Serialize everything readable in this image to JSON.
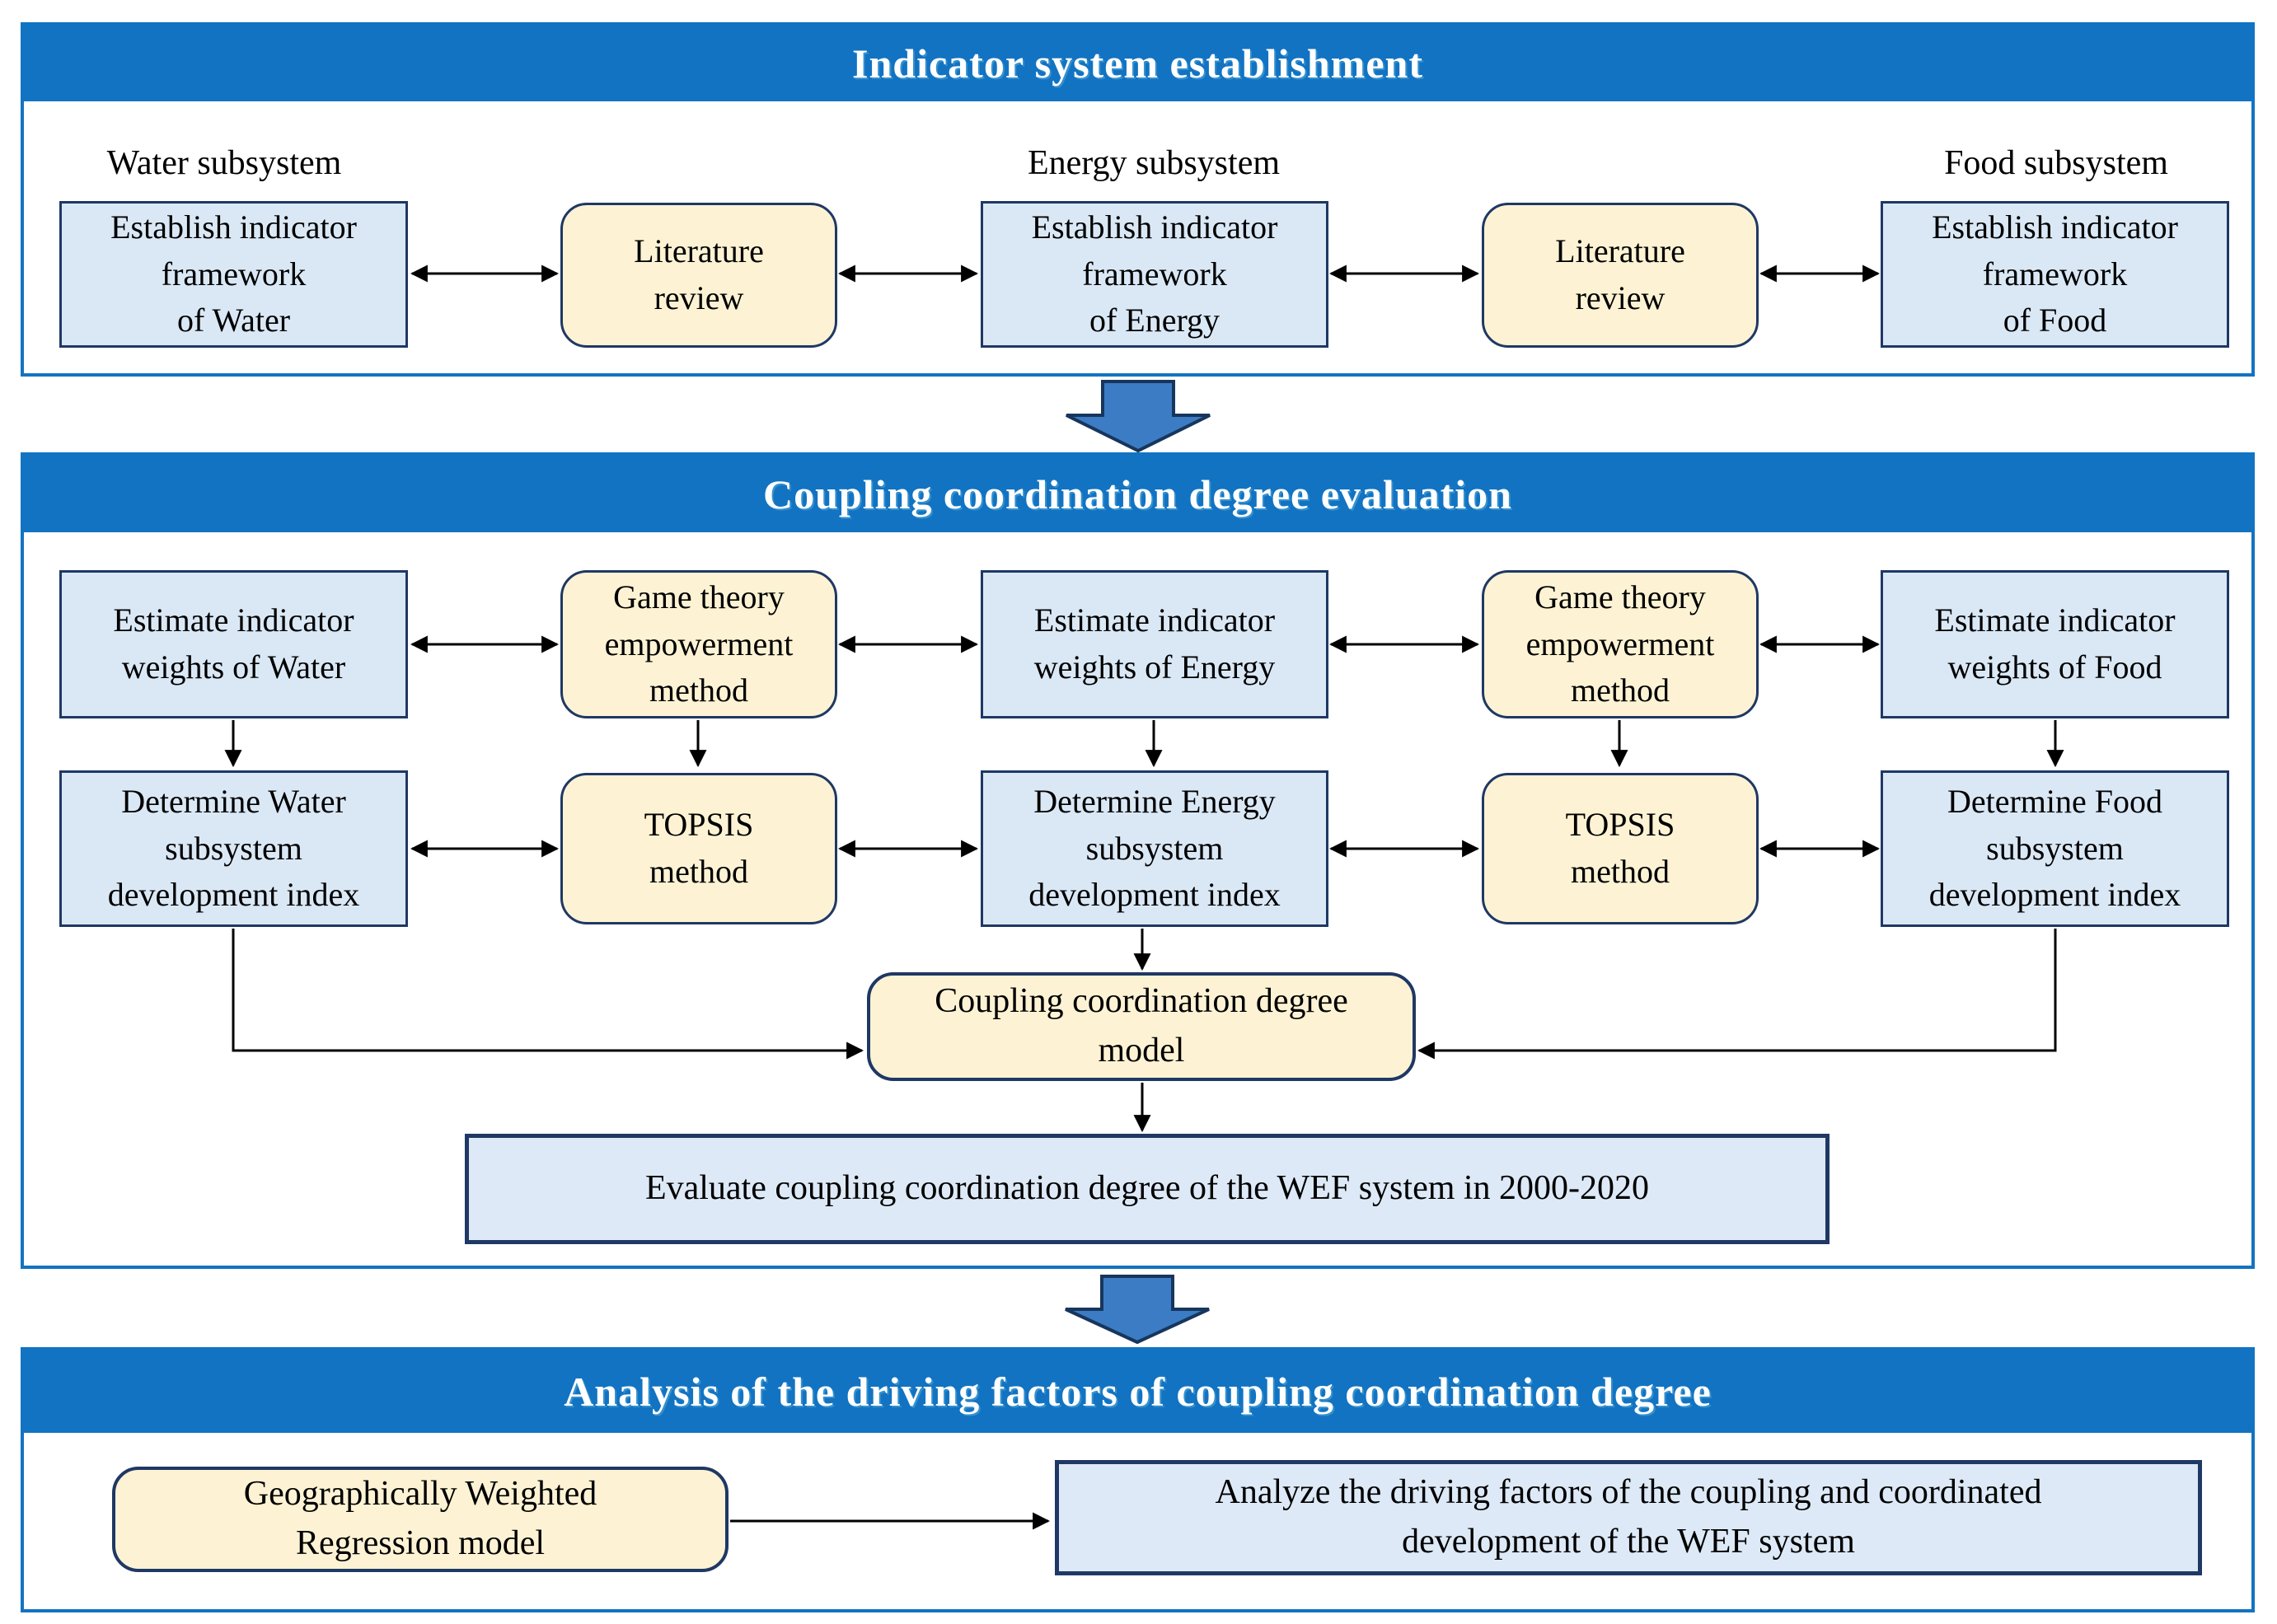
{
  "colors": {
    "section_blue": "#1273C2",
    "box_blue_fill": "#DAE8F6",
    "box_cream_fill": "#FDF3D4",
    "box_border_navy": "#1F3864",
    "fat_arrow_fill": "#3C7CC4",
    "fat_arrow_border": "#17365D",
    "connector_black": "#000000",
    "title_text": "#FFFFFF"
  },
  "s1": {
    "title": "Indicator system establishment",
    "label_water": "Water subsystem",
    "label_energy": "Energy subsystem",
    "label_food": "Food subsystem",
    "establish_water": "Establish indicator\nframework\nof Water",
    "literature_review_1": "Literature\nreview",
    "establish_energy": "Establish indicator\nframework\nof Energy",
    "literature_review_2": "Literature\nreview",
    "establish_food": "Establish indicator\nframework\nof Food"
  },
  "s2": {
    "title": "Coupling coordination degree evaluation",
    "estimate_water": "Estimate indicator\nweights of Water",
    "game_theory_1": "Game theory\nempowerment\nmethod",
    "estimate_energy": "Estimate indicator\nweights of Energy",
    "game_theory_2": "Game theory\nempowerment\nmethod",
    "estimate_food": "Estimate indicator\nweights of Food",
    "determine_water": "Determine Water\nsubsystem\ndevelopment index",
    "topsis_1": "TOPSIS\nmethod",
    "determine_energy": "Determine Energy\nsubsystem\ndevelopment index",
    "topsis_2": "TOPSIS\nmethod",
    "determine_food": "Determine Food\nsubsystem\ndevelopment index",
    "ccd_model": "Coupling coordination degree\nmodel",
    "evaluate": "Evaluate coupling coordination degree of the WEF system in 2000-2020"
  },
  "s3": {
    "title": "Analysis of the driving factors of coupling coordination degree",
    "gwr": "Geographically Weighted\nRegression model",
    "analyze": "Analyze the driving factors of the coupling and coordinated\ndevelopment of the WEF system"
  }
}
